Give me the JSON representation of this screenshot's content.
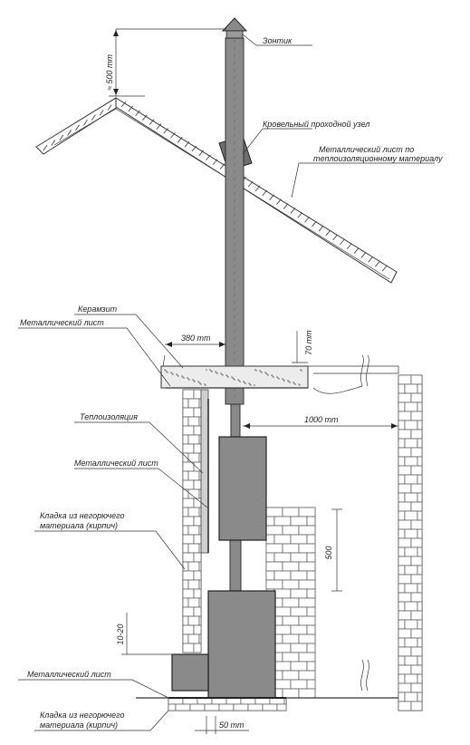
{
  "labels": {
    "zontik": "Зонтик",
    "roof_node": "Кровельный проходной узел",
    "metal_sheet_roof_1": "Металлический лист по",
    "metal_sheet_roof_2": "теплоизоляционному материалу",
    "keramzit": "Керамзит",
    "metal_sheet_ceiling": "Металлический лист",
    "teploizol": "Теплоизоляция",
    "metal_sheet_wall": "Металлический лист",
    "masonry_wall_1": "Кладка из негорючего",
    "masonry_wall_2": "материала (кирпич)",
    "metal_sheet_floor": "Металлический лист",
    "masonry_floor_1": "Кладка из негорючего",
    "masonry_floor_2": "материала (кирпич)"
  },
  "dimensions": {
    "above_ridge": "≈ 500 mm",
    "ceiling_offset": "380 mm",
    "insulation_thickness": "70 mm",
    "to_wall": "1000 mm",
    "brick_height": "500",
    "gap": "10-20",
    "floor_offset": "50 mm"
  }
}
